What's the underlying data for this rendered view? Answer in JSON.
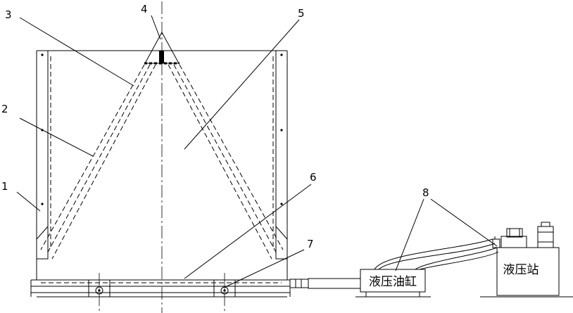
{
  "callouts": [
    "1",
    "2",
    "3",
    "4",
    "5",
    "6",
    "7",
    "8"
  ],
  "components": {
    "hydraulic_cylinder_label": "液压油缸",
    "hydraulic_station_label": "液压站"
  }
}
